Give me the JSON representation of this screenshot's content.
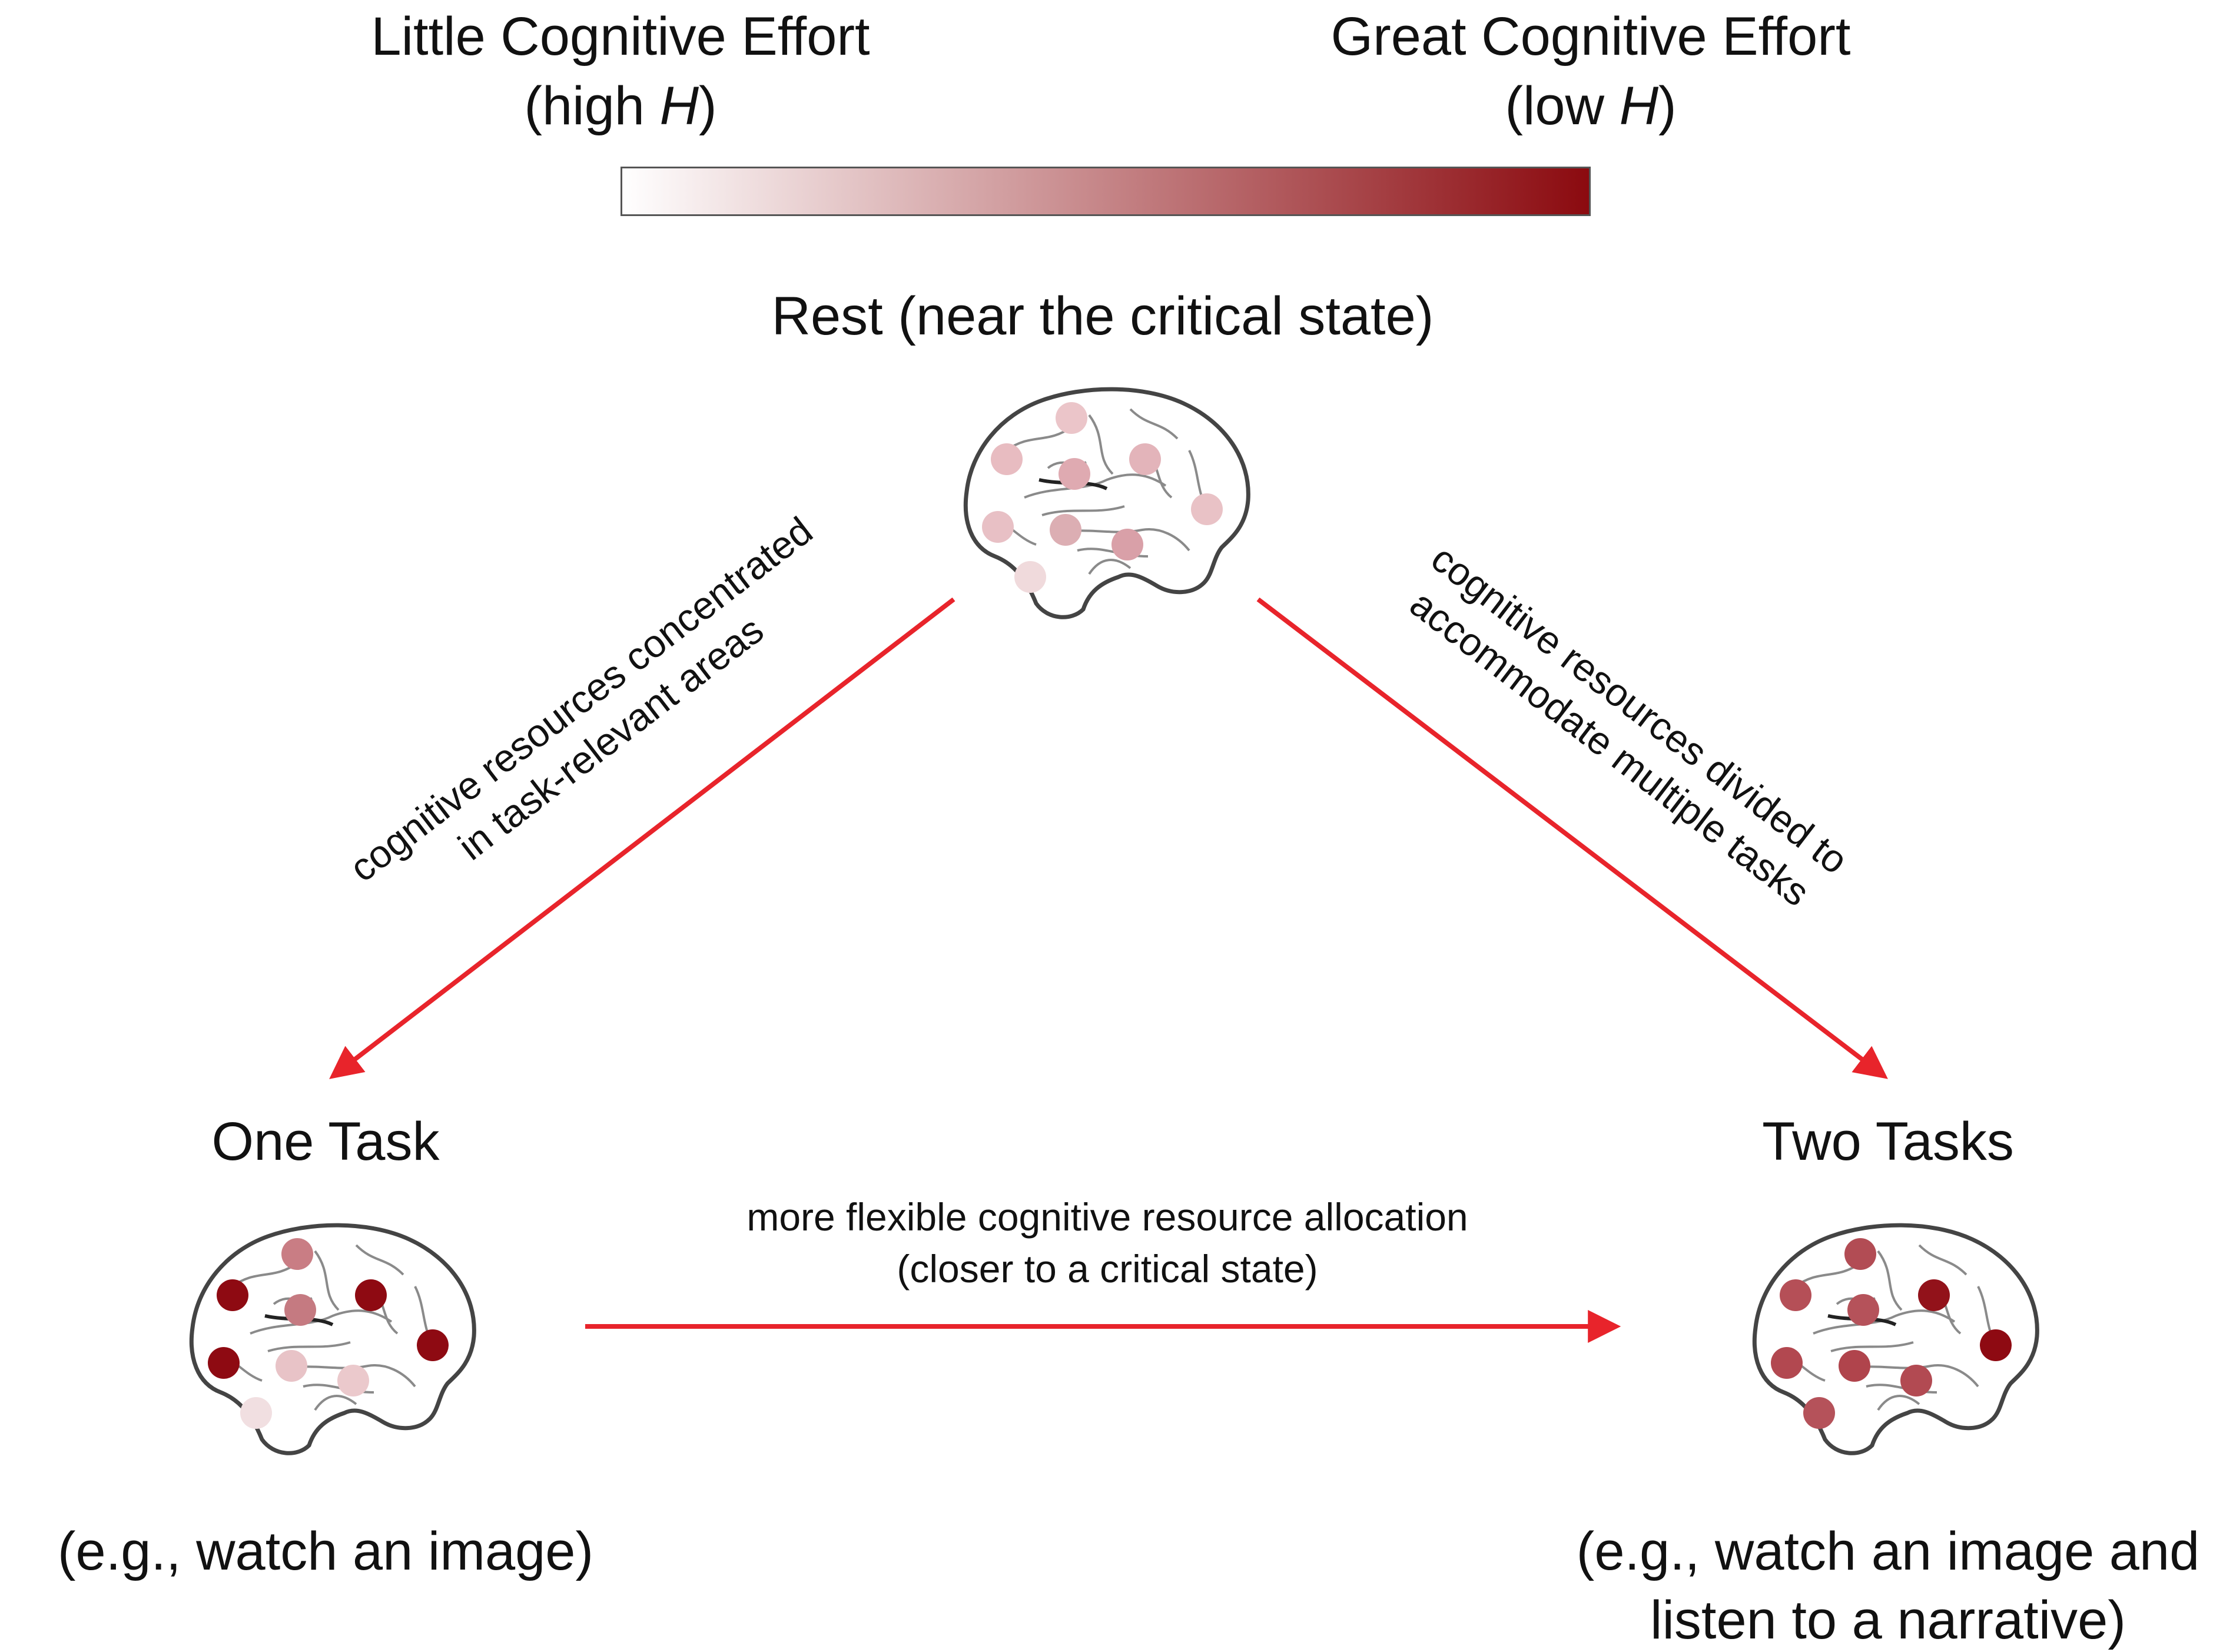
{
  "scale": {
    "left_title": "Little Cognitive Effort",
    "left_sub_prefix": "(high ",
    "left_sub_var": "H",
    "left_sub_suffix": ")",
    "right_title": "Great Cognitive Effort",
    "right_sub_prefix": "(low ",
    "right_sub_var": "H",
    "right_sub_suffix": ")",
    "gradient_from": "#ffffff",
    "gradient_to": "#8b0a0f"
  },
  "nodes": {
    "rest": {
      "label": "Rest (near the critical state)",
      "dot_colors": [
        "#ebc5c9",
        "#e8bcc1",
        "#dfaab1",
        "#e3b4ba",
        "#e9c2c6",
        "#e8c0c5",
        "#dcaeb3",
        "#d9a0a8",
        "#f0dadc"
      ]
    },
    "one_task": {
      "label": "One Task",
      "example": "(e.g., watch an image)",
      "dot_colors": [
        "#c97d84",
        "#8e0a12",
        "#c57a81",
        "#8e0a12",
        "#8e0a12",
        "#8e0a12",
        "#e8c3c7",
        "#ebc9cc",
        "#f1dfe1"
      ]
    },
    "two_tasks": {
      "label": "Two Tasks",
      "example_line1": "(e.g., watch an image and",
      "example_line2": "listen to a narrative)",
      "dot_colors": [
        "#b24c54",
        "#b54f57",
        "#b5525a",
        "#92121a",
        "#8e0a12",
        "#b24850",
        "#b0444c",
        "#b24a52",
        "#b5525a"
      ]
    }
  },
  "edges": {
    "rest_to_one_line1": "cognitive resources concentrated",
    "rest_to_one_line2": "in task-relevant areas",
    "rest_to_two_line1": "cognitive resources divided to",
    "rest_to_two_line2": "accommodate multiple tasks",
    "one_to_two_line1": "more flexible cognitive resource allocation",
    "one_to_two_line2": "(closer to a critical state)",
    "arrow_color": "#e8242b"
  }
}
